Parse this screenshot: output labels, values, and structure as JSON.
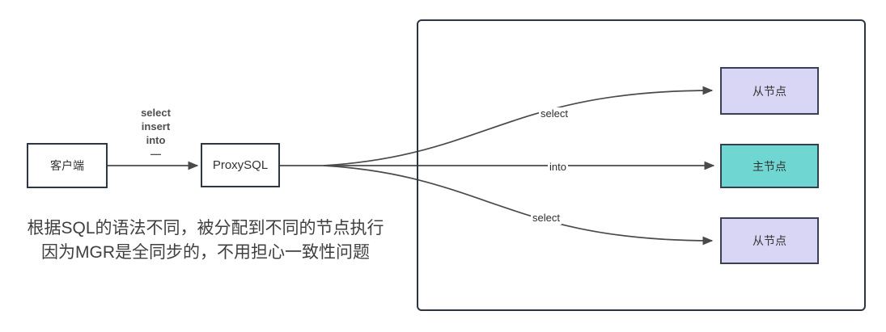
{
  "diagram": {
    "client": {
      "label": "客户端"
    },
    "proxy": {
      "label": "ProxySQL"
    },
    "client_proxy_edge": {
      "label_lines": [
        "select",
        "insert",
        "into",
        "—"
      ]
    },
    "branch_labels": {
      "top": "select",
      "middle": "into",
      "bottom": "select"
    },
    "nodes": {
      "slave_top": {
        "label": "从节点"
      },
      "master": {
        "label": "主节点"
      },
      "slave_bottom": {
        "label": "从节点"
      }
    },
    "notes": {
      "line1": "根据SQL的语法不同，被分配到不同的节点执行",
      "line2": "因为MGR是全同步的，不用担心一致性问题"
    },
    "colors": {
      "slave_fill": "#d8d6f4",
      "master_fill": "#6fd6d2",
      "node_border": "#3a4157",
      "box_border": "#2e3644",
      "group_border": "#2b3442",
      "wire": "#4a4a4a",
      "note_text": "#3f3f3f"
    }
  }
}
